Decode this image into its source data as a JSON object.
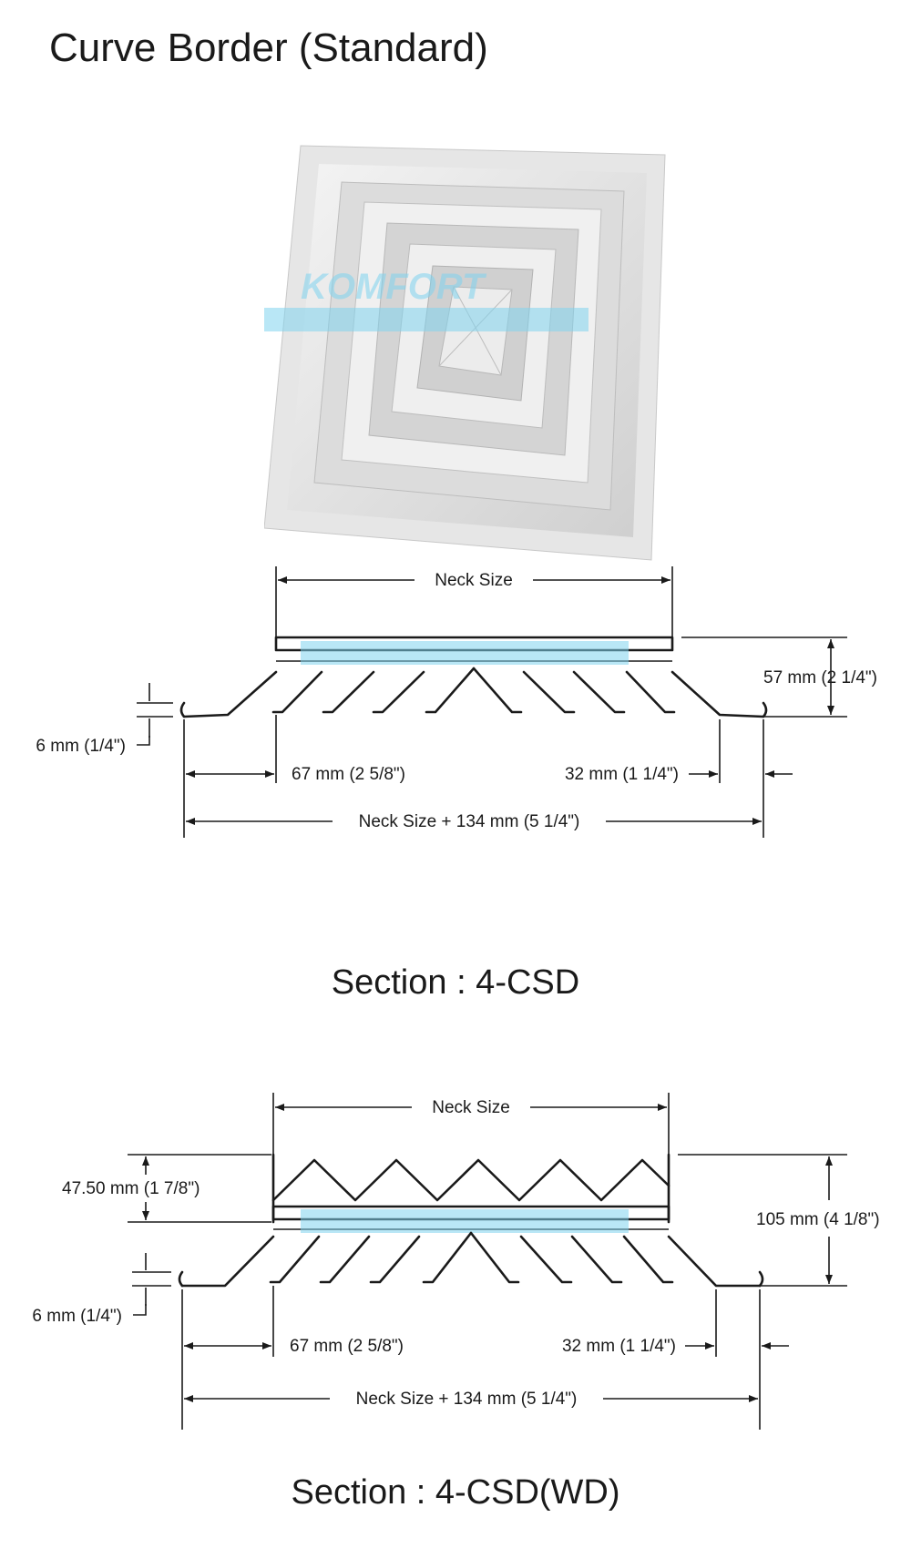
{
  "title": "Curve Border (Standard)",
  "watermark": {
    "text": "KOMFORT",
    "color": "#7fd3ef"
  },
  "diagram1": {
    "neck_label": "Neck Size",
    "height_label": "57 mm (2 1/4\")",
    "lip_label": "6 mm (1/4\")",
    "left_offset_label": "67 mm (2 5/8\")",
    "right_offset_label": "32 mm (1 1/4\")",
    "overall_label": "Neck Size + 134 mm (5 1/4\")",
    "caption": "Section : 4-CSD"
  },
  "diagram2": {
    "neck_label": "Neck Size",
    "damper_label": "47.50 mm (1 7/8\")",
    "height_label": "105 mm (4 1/8\")",
    "lip_label": "6 mm (1/4\")",
    "left_offset_label": "67 mm (2 5/8\")",
    "right_offset_label": "32 mm (1 1/4\")",
    "overall_label": "Neck Size + 134 mm (5 1/4\")",
    "caption": "Section : 4-CSD(WD)"
  }
}
